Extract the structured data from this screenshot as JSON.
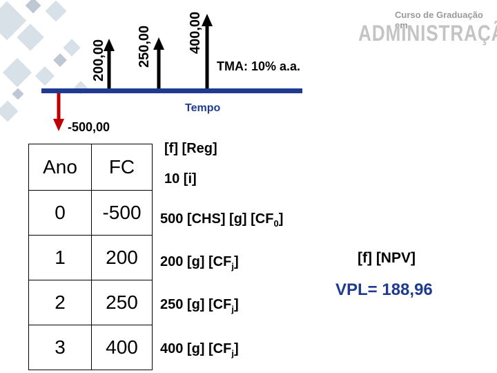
{
  "logo": {
    "top_text": "Curso de Graduação em",
    "main_text": "ADMINISTRAÇÃO"
  },
  "cash_flow": {
    "inflows": [
      "200,00",
      "250,00",
      "400,00"
    ],
    "outflow": "-500,00",
    "rate_label": "TMA: 10% a.a.",
    "time_label": "Tempo"
  },
  "table": {
    "headers": [
      "Ano",
      "FC"
    ],
    "rows": [
      [
        "0",
        "-500"
      ],
      [
        "1",
        "200"
      ],
      [
        "2",
        "250"
      ],
      [
        "3",
        "400"
      ]
    ]
  },
  "hp12c": {
    "reg": "[f] [Reg]",
    "rate": "10 [i]",
    "cf0": "500 [CHS] [g] [CF",
    "cf0_sub": "0",
    "cf0_close": "]",
    "cfj1": "200 [g] [CF",
    "cfj2": "250 [g] [CF",
    "cfj3": "400 [g] [CF",
    "cfj_sub": "j",
    "cfj_close": "]",
    "npv": "[f] [NPV]",
    "result": "VPL= 188,96"
  },
  "colors": {
    "timeline": "#1f3b8f",
    "outflow_arrow": "#c00000",
    "accent_text": "#1f3b8f",
    "decor": "#b9c7d6"
  }
}
